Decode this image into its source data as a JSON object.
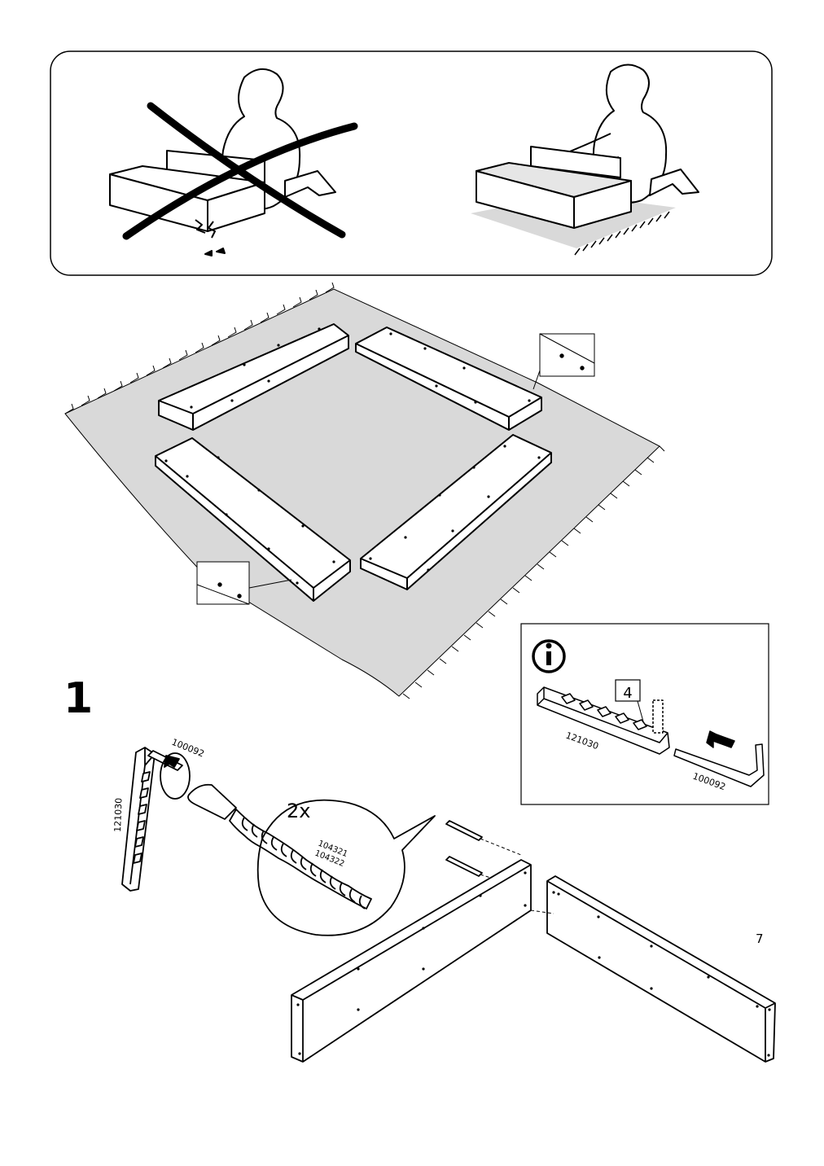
{
  "step": {
    "number": "1"
  },
  "page": {
    "number": "7"
  },
  "info_panel": {
    "icon": "info-icon",
    "position_label": "4",
    "part_dowel_bar": "121030",
    "part_allen_key": "100092"
  },
  "step_parts": {
    "allen_key": "100092",
    "dowel_bar": "121030",
    "quantity": "2x",
    "screw_a": "104321",
    "screw_b": "104322"
  },
  "warning_panel": {
    "wrong_icon": "cross-out-icon",
    "right_icon": "rug-icon"
  }
}
